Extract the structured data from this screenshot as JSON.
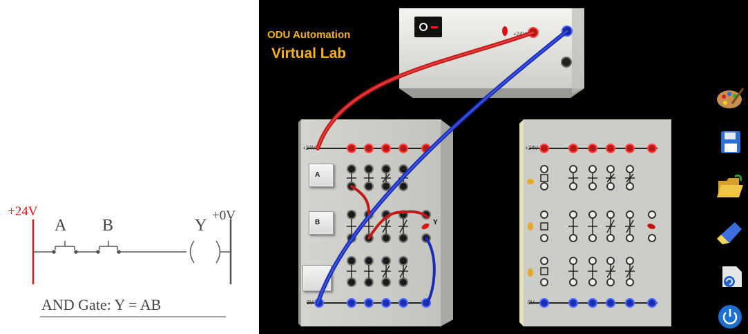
{
  "ladder": {
    "v24": "+24V",
    "input_a": "A",
    "input_b": "B",
    "output_y": "Y",
    "v0": "+0V",
    "caption": "AND Gate: Y = AB"
  },
  "lab": {
    "title_line1": "ODU Automation",
    "title_line2": "Virtual Lab",
    "power_supply_label": "+24V",
    "io_board_left": {
      "top_rail": "+24V",
      "bottom_rail": "0V",
      "button_a": "A",
      "button_b": "B",
      "output_label": "Y"
    },
    "io_board_right": {
      "top_rail": "+24V",
      "bottom_rail": "0V"
    }
  },
  "toolbar": {
    "items": [
      "palette-icon",
      "save-icon",
      "open-folder-icon",
      "clear-icon",
      "reset-icon",
      "power-icon"
    ]
  },
  "colors": {
    "title": "#f5b21b",
    "wire_red": "#c21a1a",
    "wire_blue": "#1a2bb5",
    "background": "#000000",
    "ladder_red": "#e01818"
  }
}
